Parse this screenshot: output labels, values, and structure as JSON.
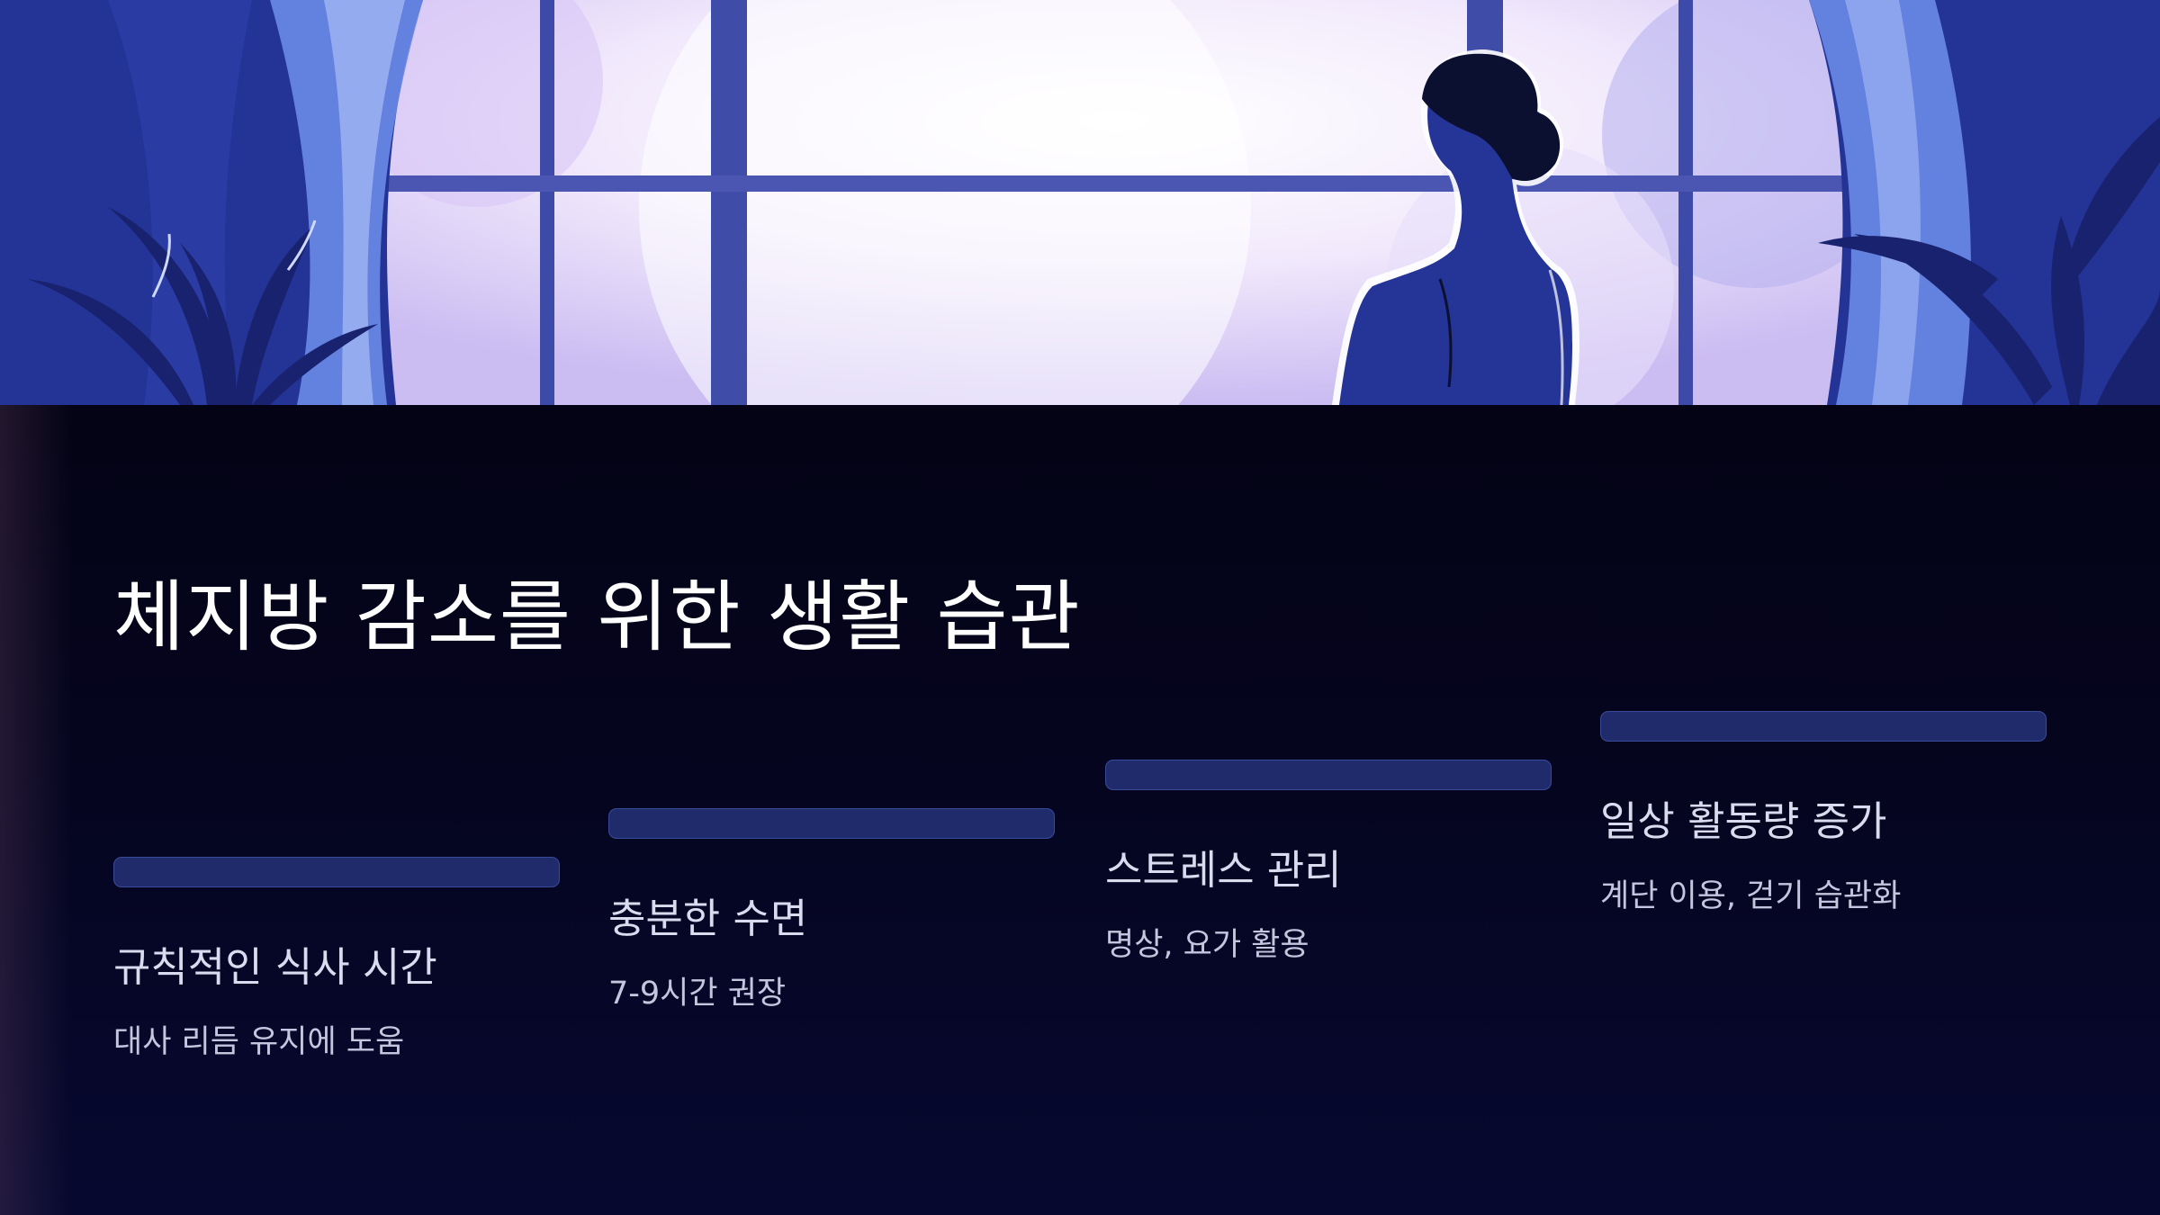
{
  "hero": {
    "image_name": "woman-at-window-illustration"
  },
  "title": "체지방 감소를 위한 생활 습관",
  "steps": [
    {
      "title": "규칙적인 식사 시간",
      "description": "대사 리듬 유지에 도움"
    },
    {
      "title": "충분한 수면",
      "description": "7-9시간 권장"
    },
    {
      "title": "스트레스 관리",
      "description": "명상, 요가 활용"
    },
    {
      "title": "일상 활동량 증가",
      "description": "계단 이용, 걷기 습관화"
    }
  ],
  "colors": {
    "background": "#04041c",
    "bar": "#1f2b6b",
    "title": "#ffffff",
    "text": "#d9dcef"
  }
}
